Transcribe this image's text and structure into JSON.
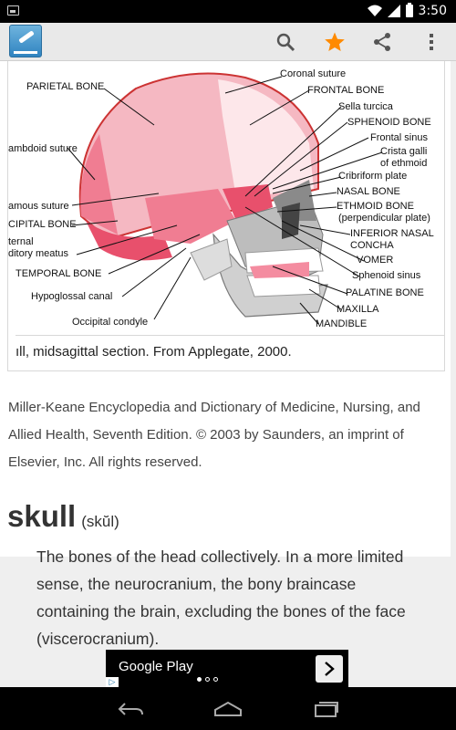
{
  "status_bar": {
    "time": "3:50"
  },
  "action_bar": {
    "icons": [
      "app-icon",
      "search-icon",
      "star-icon",
      "share-icon",
      "overflow-menu-icon"
    ],
    "accent_color": "#ff8a00"
  },
  "figure": {
    "labels": {
      "parietal_bone": "PARIETAL BONE",
      "lambdoid_suture": "ambdoid suture",
      "squamous_suture": "amous suture",
      "occipital_bone": "CIPITAL BONE",
      "external_meatus_1": "ternal",
      "external_meatus_2": "ditory meatus",
      "temporal_bone": "TEMPORAL BONE",
      "hypoglossal_canal": "Hypoglossal canal",
      "occipital_condyle": "Occipital condyle",
      "coronal_suture": "Coronal suture",
      "frontal_bone": "FRONTAL BONE",
      "sella_turcica": "Sella turcica",
      "sphenoid_bone": "SPHENOID BONE",
      "frontal_sinus": "Frontal sinus",
      "crista_galli_1": "Crista galli",
      "crista_galli_2": "of ethmoid",
      "cribriform_plate": "Cribriform plate",
      "nasal_bone": "NASAL BONE",
      "ethmoid_bone_1": "ETHMOID BONE",
      "ethmoid_bone_2": "(perpendicular plate)",
      "inferior_nasal_1": "INFERIOR NASAL",
      "inferior_nasal_2": "CONCHA",
      "vomer": "VOMER",
      "sphenoid_sinus": "Sphenoid sinus",
      "palatine_bone": "PALATINE BONE",
      "maxilla": "MAXILLA",
      "mandible": "MANDIBLE"
    },
    "caption": "ıll, midsagittal section. From Applegate, 2000.",
    "source": "Miller-Keane Encyclopedia and Dictionary of Medicine, Nursing, and Allied Health, Seventh Edition. © 2003 by Saunders, an imprint of Elsevier, Inc. All rights reserved."
  },
  "entry": {
    "headword": "skull",
    "pronunciation": "(skŭl)",
    "definition": "The bones of the head collectively. In a more limited sense, the neurocranium, the bony braincase containing the brain, excluding the bones of the face (viscerocranium)."
  },
  "ad": {
    "label": "Google Play",
    "pages": 3,
    "active_page": 1
  },
  "nav_bar": {
    "icons": [
      "back-icon",
      "home-icon",
      "recents-icon"
    ]
  }
}
